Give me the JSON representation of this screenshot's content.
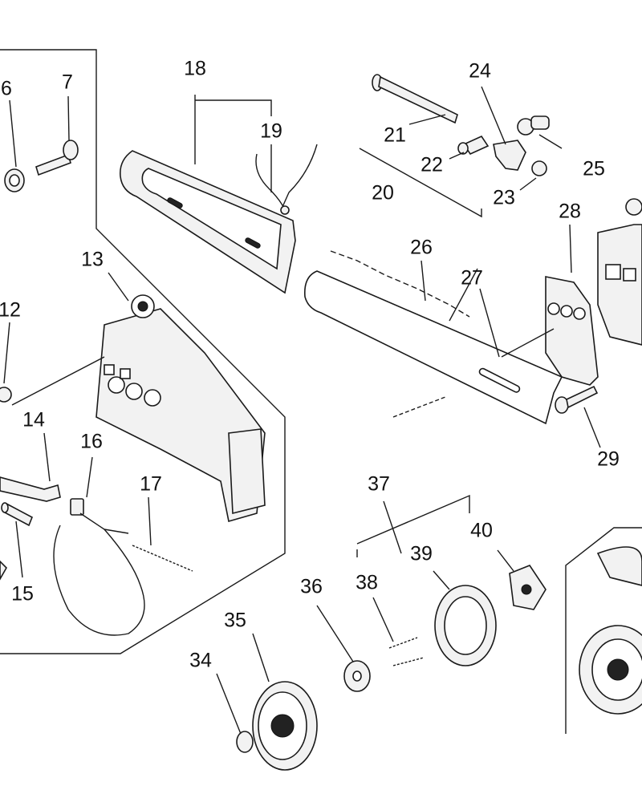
{
  "callouts": [
    {
      "id": "6",
      "label": "6"
    },
    {
      "id": "7",
      "label": "7"
    },
    {
      "id": "12",
      "label": "12"
    },
    {
      "id": "13",
      "label": "13"
    },
    {
      "id": "14",
      "label": "14"
    },
    {
      "id": "15",
      "label": "15"
    },
    {
      "id": "16",
      "label": "16"
    },
    {
      "id": "17",
      "label": "17"
    },
    {
      "id": "18",
      "label": "18"
    },
    {
      "id": "19",
      "label": "19"
    },
    {
      "id": "20",
      "label": "20"
    },
    {
      "id": "21",
      "label": "21"
    },
    {
      "id": "22",
      "label": "22"
    },
    {
      "id": "23",
      "label": "23"
    },
    {
      "id": "24",
      "label": "24"
    },
    {
      "id": "25",
      "label": "25"
    },
    {
      "id": "26",
      "label": "26"
    },
    {
      "id": "27",
      "label": "27"
    },
    {
      "id": "28",
      "label": "28"
    },
    {
      "id": "29",
      "label": "29"
    },
    {
      "id": "34",
      "label": "34"
    },
    {
      "id": "35",
      "label": "35"
    },
    {
      "id": "36",
      "label": "36"
    },
    {
      "id": "37",
      "label": "37"
    },
    {
      "id": "38",
      "label": "38"
    },
    {
      "id": "39",
      "label": "39"
    },
    {
      "id": "40",
      "label": "40"
    }
  ]
}
